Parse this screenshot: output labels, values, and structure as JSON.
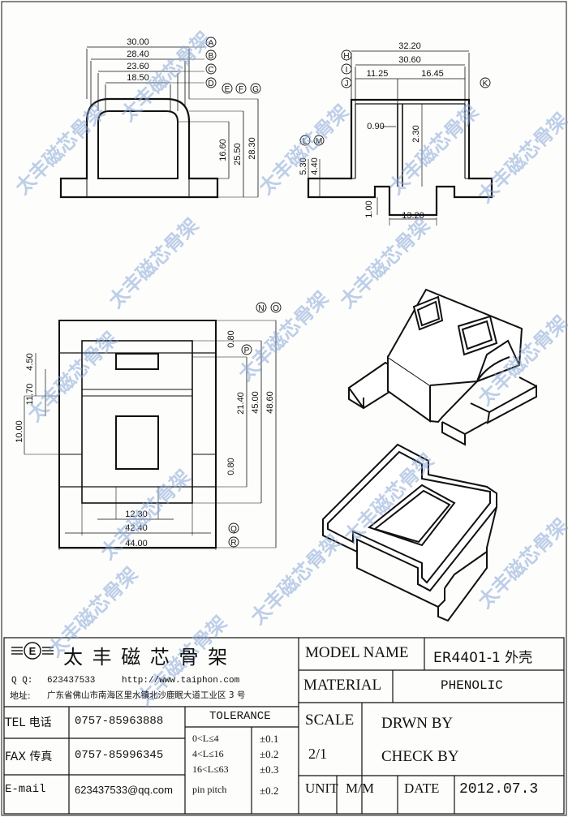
{
  "drawing": {
    "front_view": {
      "dims": [
        "30.00",
        "28.40",
        "23.60",
        "18.50",
        "16.60",
        "25.50",
        "28.30"
      ],
      "markers": [
        "A",
        "B",
        "C",
        "D",
        "E",
        "F",
        "G"
      ]
    },
    "side_view": {
      "dims": [
        "32.20",
        "30.60",
        "11.25",
        "16.45",
        "0.90",
        "2.30",
        "5.30",
        "4.40",
        "1.00",
        "13.20"
      ],
      "markers": [
        "H",
        "I",
        "J",
        "K",
        "L",
        "M"
      ]
    },
    "top_view": {
      "dims": [
        "4.50",
        "11.70",
        "10.00",
        "0.80",
        "21.40",
        "45.00",
        "48.60",
        "0.80",
        "12.30",
        "42.40",
        "44.00"
      ],
      "markers": [
        "N",
        "O",
        "P",
        "Q",
        "R"
      ]
    },
    "watermark": "太丰磁芯骨架"
  },
  "title_block": {
    "company_name": "太 丰 磁 芯 骨 架",
    "logo_letter": "E",
    "qq_label": "Q Q:",
    "qq": "623437533",
    "website": "http://www.taiphon.com",
    "address_label": "地址:",
    "address": "广东省佛山市南海区里水镇北沙鹿眠大道工业区 3 号",
    "tel_label": "TEL 电话",
    "tel": "0757-85963888",
    "fax_label": "FAX 传真",
    "fax": "0757-85996345",
    "email_label": "E-mail",
    "email": "623437533@qq.com",
    "tolerance_header": "TOLERANCE",
    "tolerances": [
      {
        "range": "0<L≤4",
        "value": "±0.1"
      },
      {
        "range": "4<L≤16",
        "value": "±0.2"
      },
      {
        "range": "16<L≤63",
        "value": "±0.3"
      },
      {
        "range": "pin pitch",
        "value": "±0.2"
      }
    ],
    "model_name_label": "MODEL NAME",
    "model_name": "ER4401-1 外壳",
    "material_label": "MATERIAL",
    "material": "PHENOLIC",
    "scale_label": "SCALE",
    "scale": "2/1",
    "drawn_by_label": "DRWN BY",
    "check_by_label": "CHECK BY",
    "unit_label": "UNIT",
    "unit": "M/M",
    "date_label": "DATE",
    "date": "2012.07.3"
  }
}
